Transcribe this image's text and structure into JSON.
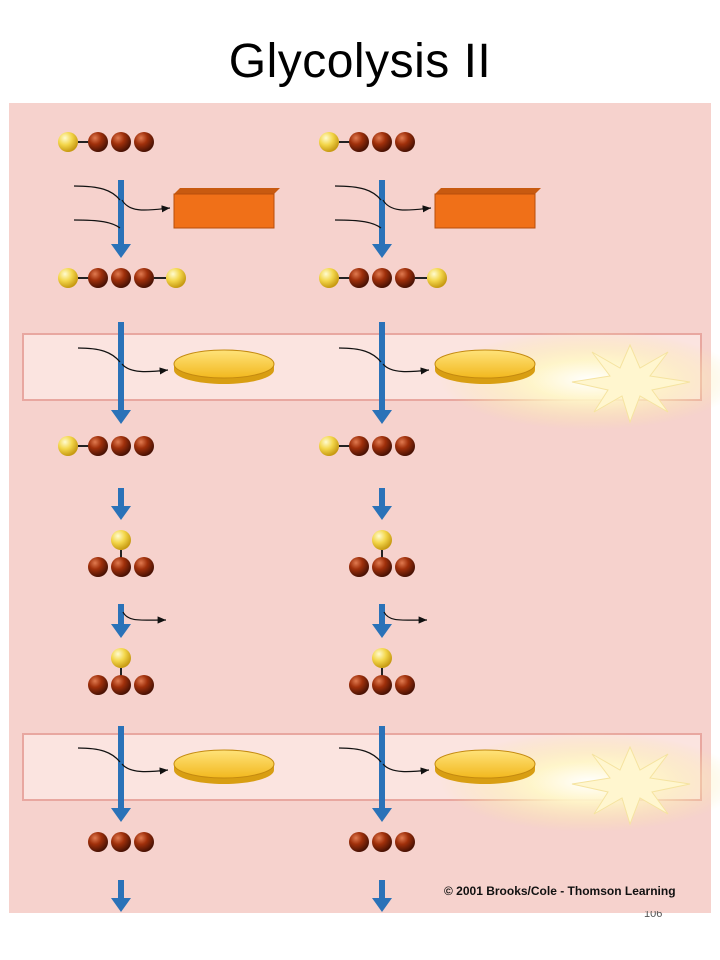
{
  "slide": {
    "title": "Glycolysis II",
    "copyright": "© 2001 Brooks/Cole - Thomson Learning",
    "page_number": "106"
  },
  "colors": {
    "background_panel": "#f6d2cd",
    "band": "#f9dcd8",
    "arrow": "#2a72b8",
    "carbon": "#a0300b",
    "phosphate": "#f3d64a",
    "box": "#f07018",
    "disk": "#f2c52c"
  },
  "molecule_glyphs": {
    "carbon": "brown sphere",
    "phosphate": "yellow sphere",
    "enzyme_box": "orange block",
    "energy_disk": "yellow disk",
    "energy_flash": "starburst"
  }
}
